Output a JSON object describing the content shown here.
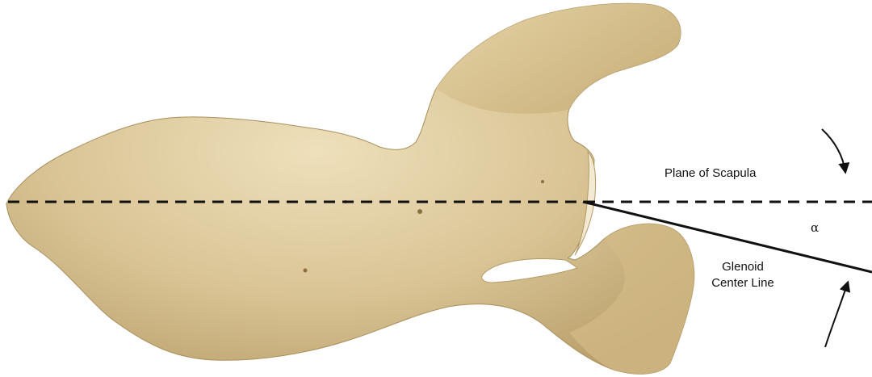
{
  "labels": {
    "plane": "Plane of Scapula",
    "glenoid_line1": "Glenoid",
    "glenoid_line2": "Center Line",
    "angle": "α"
  },
  "colors": {
    "bone_fill": "#d8c394",
    "bone_shade": "#b9a16d",
    "bone_highlight": "#eadbb4",
    "line": "#111111",
    "background": "#ffffff"
  }
}
